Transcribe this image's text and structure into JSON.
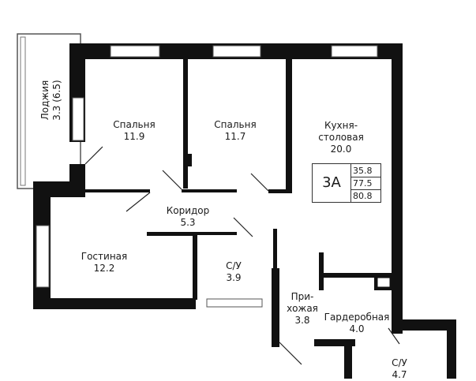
{
  "apartment": {
    "type": "3А",
    "areas": [
      "35.8",
      "77.5",
      "80.8"
    ]
  },
  "rooms": {
    "loggia": {
      "name": "Лоджия",
      "area": "3.3 (6.5)"
    },
    "bedroom1": {
      "name": "Спальня",
      "area": "11.9"
    },
    "bedroom2": {
      "name": "Спальня",
      "area": "11.7"
    },
    "kitchen": {
      "name": "Кухня-столовая",
      "name_line1": "Кухня-",
      "name_line2": "столовая",
      "area": "20.0"
    },
    "corridor": {
      "name": "Коридор",
      "area": "5.3"
    },
    "living": {
      "name": "Гостиная",
      "area": "12.2"
    },
    "bathroom1": {
      "name": "С/У",
      "area": "3.9"
    },
    "hallway": {
      "name_line1": "При-",
      "name_line2": "хожая",
      "area": "3.8"
    },
    "wardrobe": {
      "name": "Гардеробная",
      "area": "4.0"
    },
    "bathroom2": {
      "name": "С/У",
      "area": "4.7"
    }
  }
}
